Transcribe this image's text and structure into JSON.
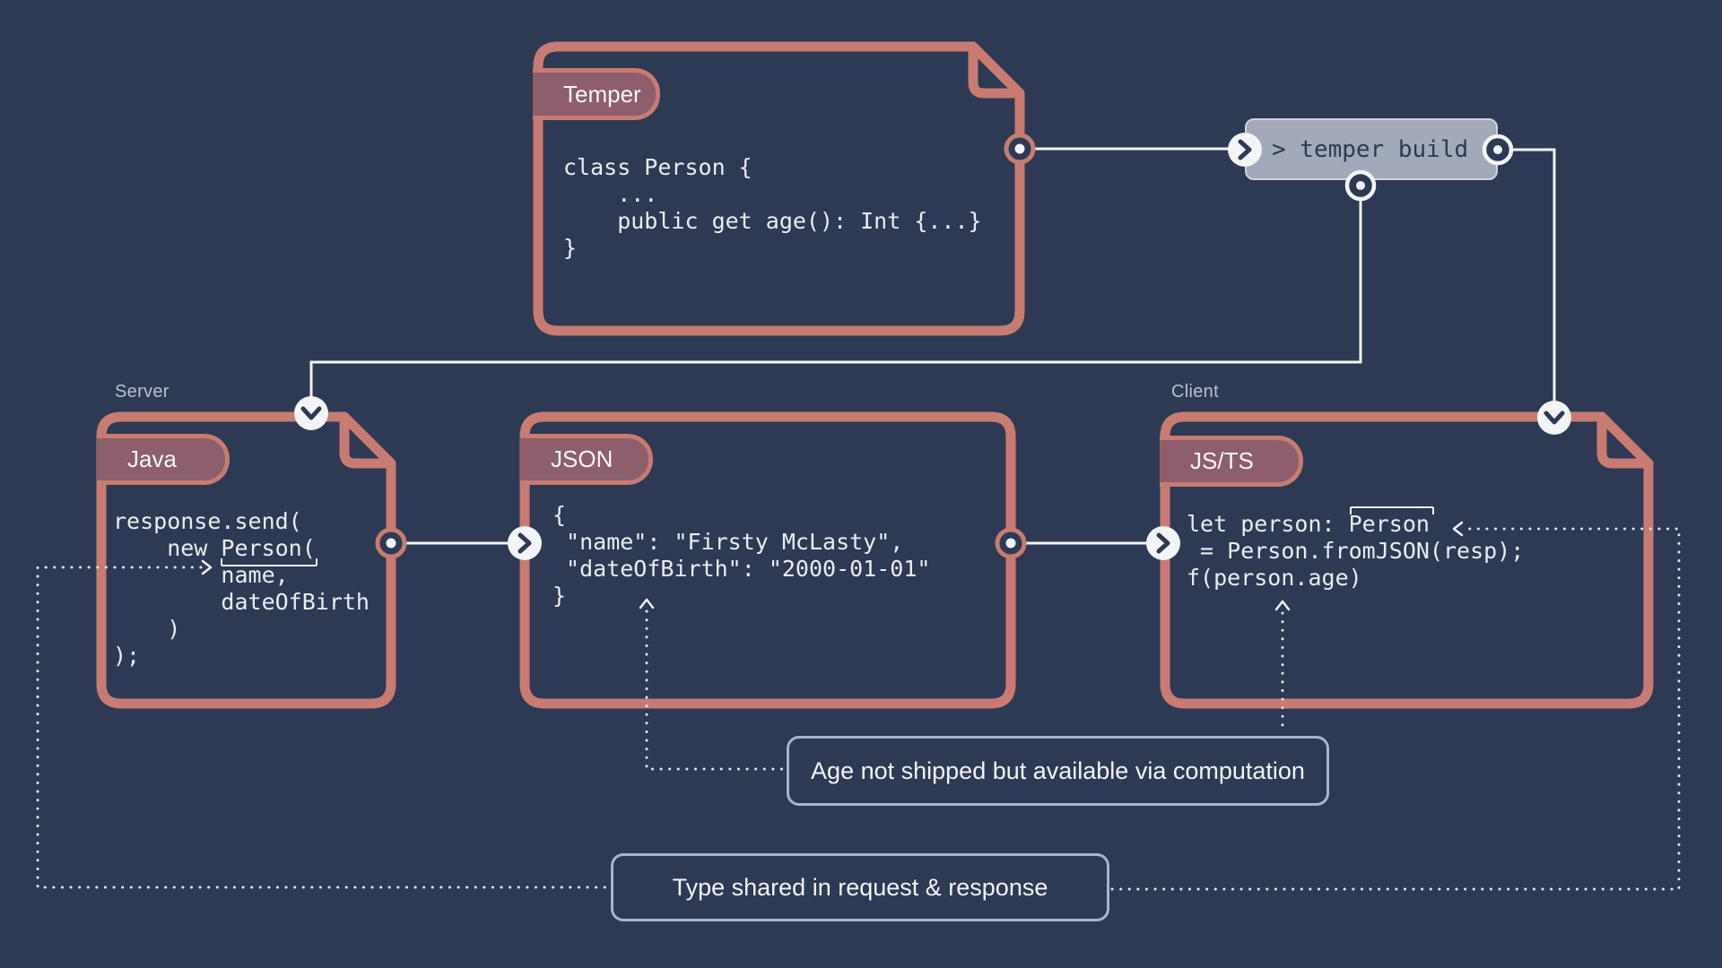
{
  "labels": {
    "server": "Server",
    "client": "Client"
  },
  "cards": {
    "temper": {
      "tab": "Temper",
      "code": "class Person {\n    ...\n    public get age(): Int {...}\n}"
    },
    "java": {
      "tab": "Java",
      "code": "response.send(\n    new Person(\n        name,\n        dateOfBirth\n    )\n);"
    },
    "json": {
      "tab": "JSON",
      "code": "{\n \"name\": \"Firsty McLasty\",\n \"dateOfBirth\": \"2000-01-01\"\n}"
    },
    "jsts": {
      "tab": "JS/TS",
      "code": "let person: Person\n = Person.fromJSON(resp);\nf(person.age)"
    }
  },
  "command": {
    "label": "> temper build"
  },
  "annotations": {
    "age": "Age not shipped but available via computation",
    "type": "Type shared in request & response"
  },
  "colors": {
    "background": "#2e3a54",
    "card_border": "#c77b71",
    "tab_fill": "#8d5e6b",
    "code_text": "#e9ecf2",
    "command_fill": "#a2a9b8",
    "command_text": "#2e3a54",
    "wire": "#f2f4f7",
    "dotted": "#dfe3ea",
    "note_border": "#a7b4ce"
  }
}
